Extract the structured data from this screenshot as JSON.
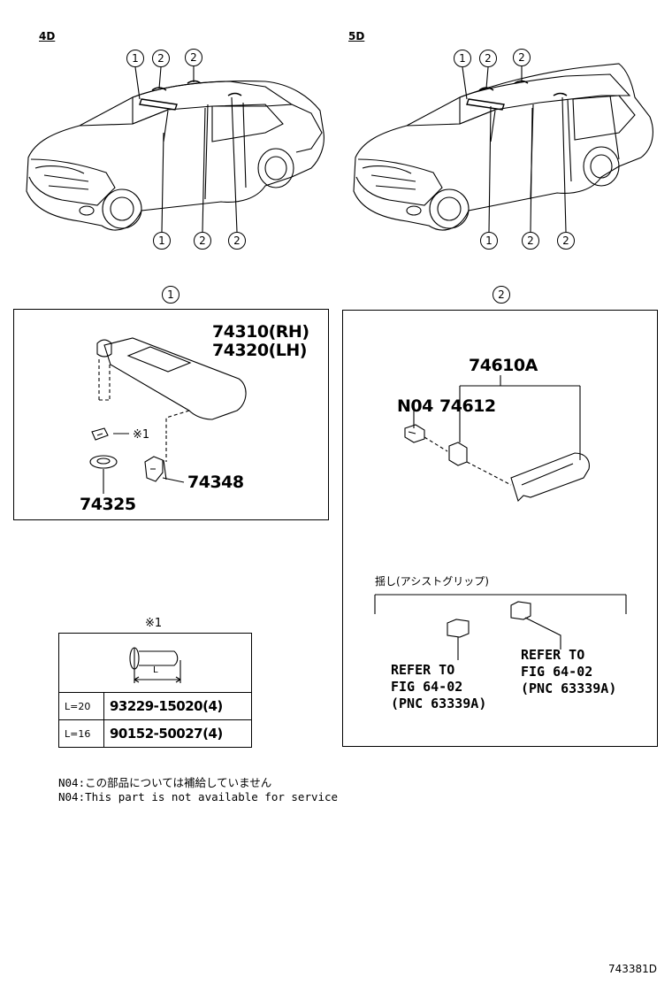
{
  "views": {
    "sedan_label": "4D",
    "wagon_label": "5D"
  },
  "callouts": {
    "one": "1",
    "two": "2"
  },
  "group1": {
    "header": "1",
    "part_visor_rh": "74310(RH)",
    "part_visor_lh": "74320(LH)",
    "part_holder": "74348",
    "part_bracket": "74325",
    "screw_note": "※1"
  },
  "group2": {
    "header": "2",
    "part_grip": "74610A",
    "part_n04": "N04",
    "part_cover": "74612",
    "plug_heading": "揺し(アシストグリップ)",
    "refer_left": "REFER TO\nFIG 64-02\n(PNC 63339A)",
    "refer_right": "REFER TO\nFIG 64-02\n(PNC 63339A)"
  },
  "screw_table": {
    "header": "※1",
    "dim_label": "L",
    "rows": [
      {
        "length": "L=20",
        "part": "93229-15020(4)"
      },
      {
        "length": "L=16",
        "part": "90152-50027(4)"
      }
    ]
  },
  "notes": {
    "jp": "N04:この部品については補給していません",
    "en": "N04:This part is not available for service"
  },
  "figure_id": "743381D"
}
